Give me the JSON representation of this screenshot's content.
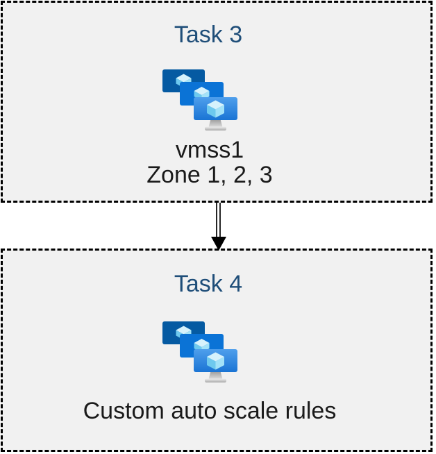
{
  "diagram": {
    "colors": {
      "box_fill": "#F1F1F1",
      "box_border": "#000000",
      "title_color": "#1F4E79",
      "text_color": "#1A1A1A",
      "icon_back_monitor": "#055AA2",
      "icon_middle_monitor": "#0B73D6",
      "icon_front_monitor_top": "#4F9FEC",
      "icon_front_monitor_bottom": "#1A74D4",
      "icon_cube_top": "#D6F2FC",
      "icon_cube_left": "#6EC9EE",
      "icon_cube_right": "#A3E2F8"
    },
    "boxes": [
      {
        "title": "Task 3",
        "icon": "vm-scale-sets-icon",
        "lines": [
          "vmss1",
          "Zone 1, 2, 3"
        ]
      },
      {
        "title": "Task 4",
        "icon": "vm-scale-sets-icon",
        "lines": [
          "Custom auto scale rules"
        ]
      }
    ],
    "connector": {
      "type": "double-line-arrow",
      "direction": "down",
      "from": "Task 3",
      "to": "Task 4"
    }
  }
}
